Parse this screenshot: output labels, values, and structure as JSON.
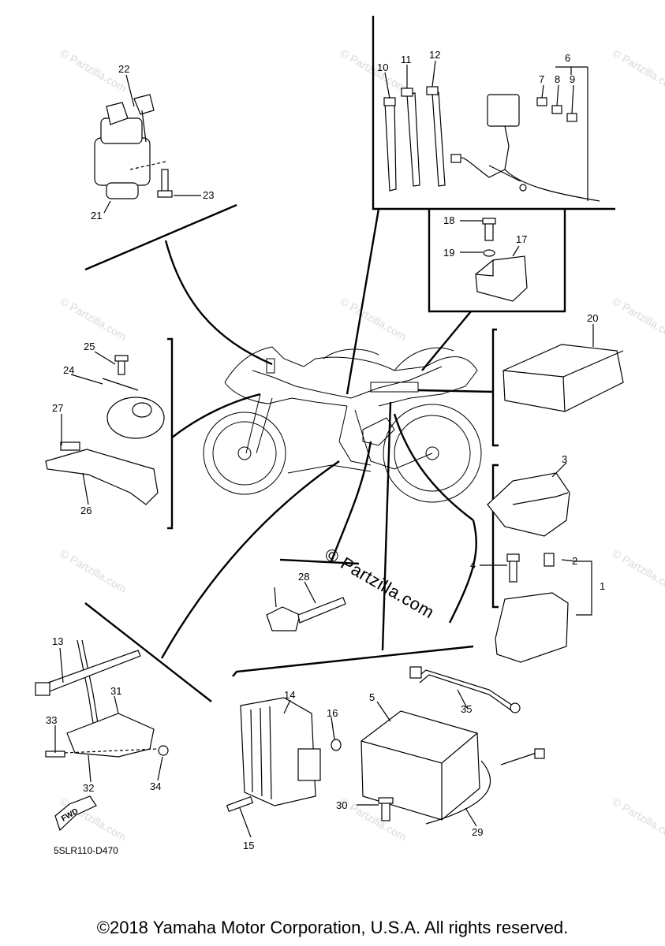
{
  "diagram": {
    "code": "5SLR110-D470",
    "copyright": "©2018 Yamaha Motor Corporation, U.S.A. All rights reserved.",
    "watermark": "© Partzilla.com",
    "fwd_label": "FWD",
    "callouts": {
      "c1": "1",
      "c2": "2",
      "c3": "3",
      "c4": "4",
      "c5": "5",
      "c6": "6",
      "c7": "7",
      "c8": "8",
      "c9": "9",
      "c10": "10",
      "c11": "11",
      "c12": "12",
      "c13": "13",
      "c14": "14",
      "c15": "15",
      "c16": "16",
      "c17": "17",
      "c18": "18",
      "c19": "19",
      "c20": "20",
      "c21": "21",
      "c22": "22",
      "c23": "23",
      "c24": "24",
      "c25": "25",
      "c26": "26",
      "c27": "27",
      "c28": "28",
      "c29": "29",
      "c30": "30",
      "c31": "31",
      "c32": "32",
      "c33": "33",
      "c34": "34",
      "c35": "35"
    }
  }
}
